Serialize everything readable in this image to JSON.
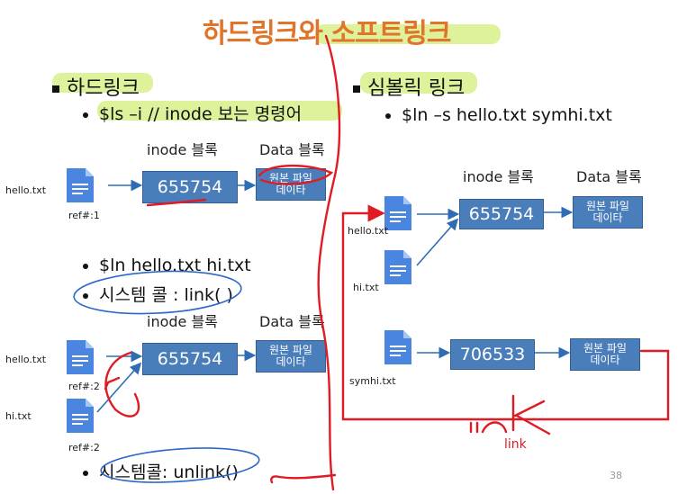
{
  "title": "하드링크와 소프트링크",
  "hard": {
    "heading": "하드링크",
    "cmd1": "$ls –i    // inode 보는 명령어",
    "cmd2": "$ln hello.txt hi.txt",
    "syscall1": "시스템 콜 : link( )",
    "syscall2": "시스템콜: unlink()",
    "inode_label": "inode 블록",
    "data_label": "Data 블록",
    "file1": "hello.txt",
    "ref1": "ref#:1",
    "inode1": "655754",
    "data1_line1": "원본 파일",
    "data1_line2": "데이타",
    "file2": "hello.txt",
    "file3": "hi.txt",
    "ref2a": "ref#:2",
    "ref2b": "ref#:2",
    "inode2": "655754",
    "data2_line1": "원본 파일",
    "data2_line2": "데이타"
  },
  "soft": {
    "heading": "심볼릭 링크",
    "cmd": "$ln –s hello.txt  symhi.txt",
    "inode_label": "inode 블록",
    "data_label": "Data 블록",
    "file1": "hello.txt",
    "file2": "hi.txt",
    "file3": "symhi.txt",
    "inode1": "655754",
    "inode2": "706533",
    "data1_line1": "원본 파일",
    "data1_line2": "데이타",
    "data2_line1": "원본 파일",
    "data2_line2": "데이타",
    "annotation": "link"
  },
  "page_number": "38",
  "colors": {
    "title": "#e0742a",
    "box": "#4a7ebb",
    "highlight": "#d7f08a",
    "pen": "#e01b24",
    "ink": "#2d67c9",
    "file": "#4a86e0"
  }
}
